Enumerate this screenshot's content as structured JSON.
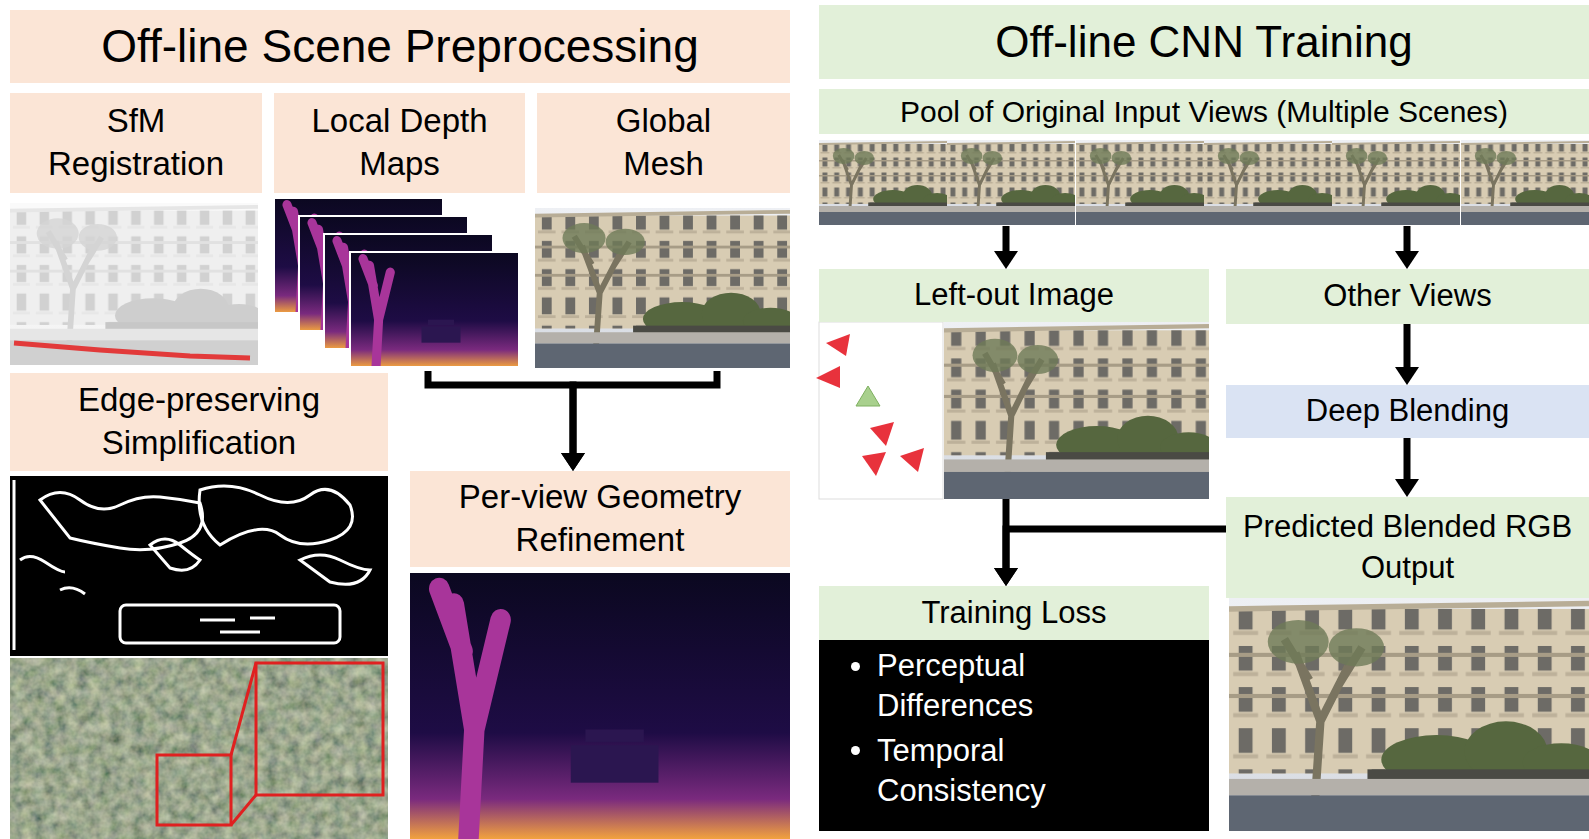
{
  "diagram": {
    "nodes": [
      {
        "text": [
          "Off-line Scene Preprocessing"
        ]
      },
      {
        "text": [
          "SfM Registration"
        ]
      },
      {
        "text": [
          "Local Depth Maps"
        ]
      },
      {
        "text": [
          "Global Mesh"
        ]
      },
      {
        "text": [
          "Edge-preserving Simplification"
        ]
      },
      {
        "text": [
          "Per-view Geometry Refinement"
        ]
      },
      {
        "text": [
          "Off-line CNN Training"
        ]
      },
      {
        "text": [
          "Pool of Original Input Views (Multiple Scenes)"
        ]
      },
      {
        "text": [
          "Left-out Image"
        ]
      },
      {
        "text": [
          "Other Views"
        ]
      },
      {
        "text": [
          "Deep Blending"
        ]
      },
      {
        "text": [
          "Predicted Blended RGB Output"
        ]
      },
      {
        "text": [
          "Training Loss"
        ]
      },
      {
        "text": [
          "Perceptual Differences",
          "Temporal Consistency"
        ]
      }
    ],
    "edges": [
      {
        "from": 2,
        "to": 5,
        "arrow": "to"
      },
      {
        "from": 3,
        "to": 5,
        "arrow": "to"
      },
      {
        "from": 7,
        "to": 8,
        "arrow": "to"
      },
      {
        "from": 7,
        "to": 9,
        "arrow": "to"
      },
      {
        "from": 9,
        "to": 10,
        "arrow": "to"
      },
      {
        "from": 10,
        "to": 11,
        "arrow": "to"
      },
      {
        "from": 8,
        "to": 12,
        "arrow": "to"
      },
      {
        "from": 11,
        "to": 12,
        "arrow": "to"
      }
    ]
  }
}
